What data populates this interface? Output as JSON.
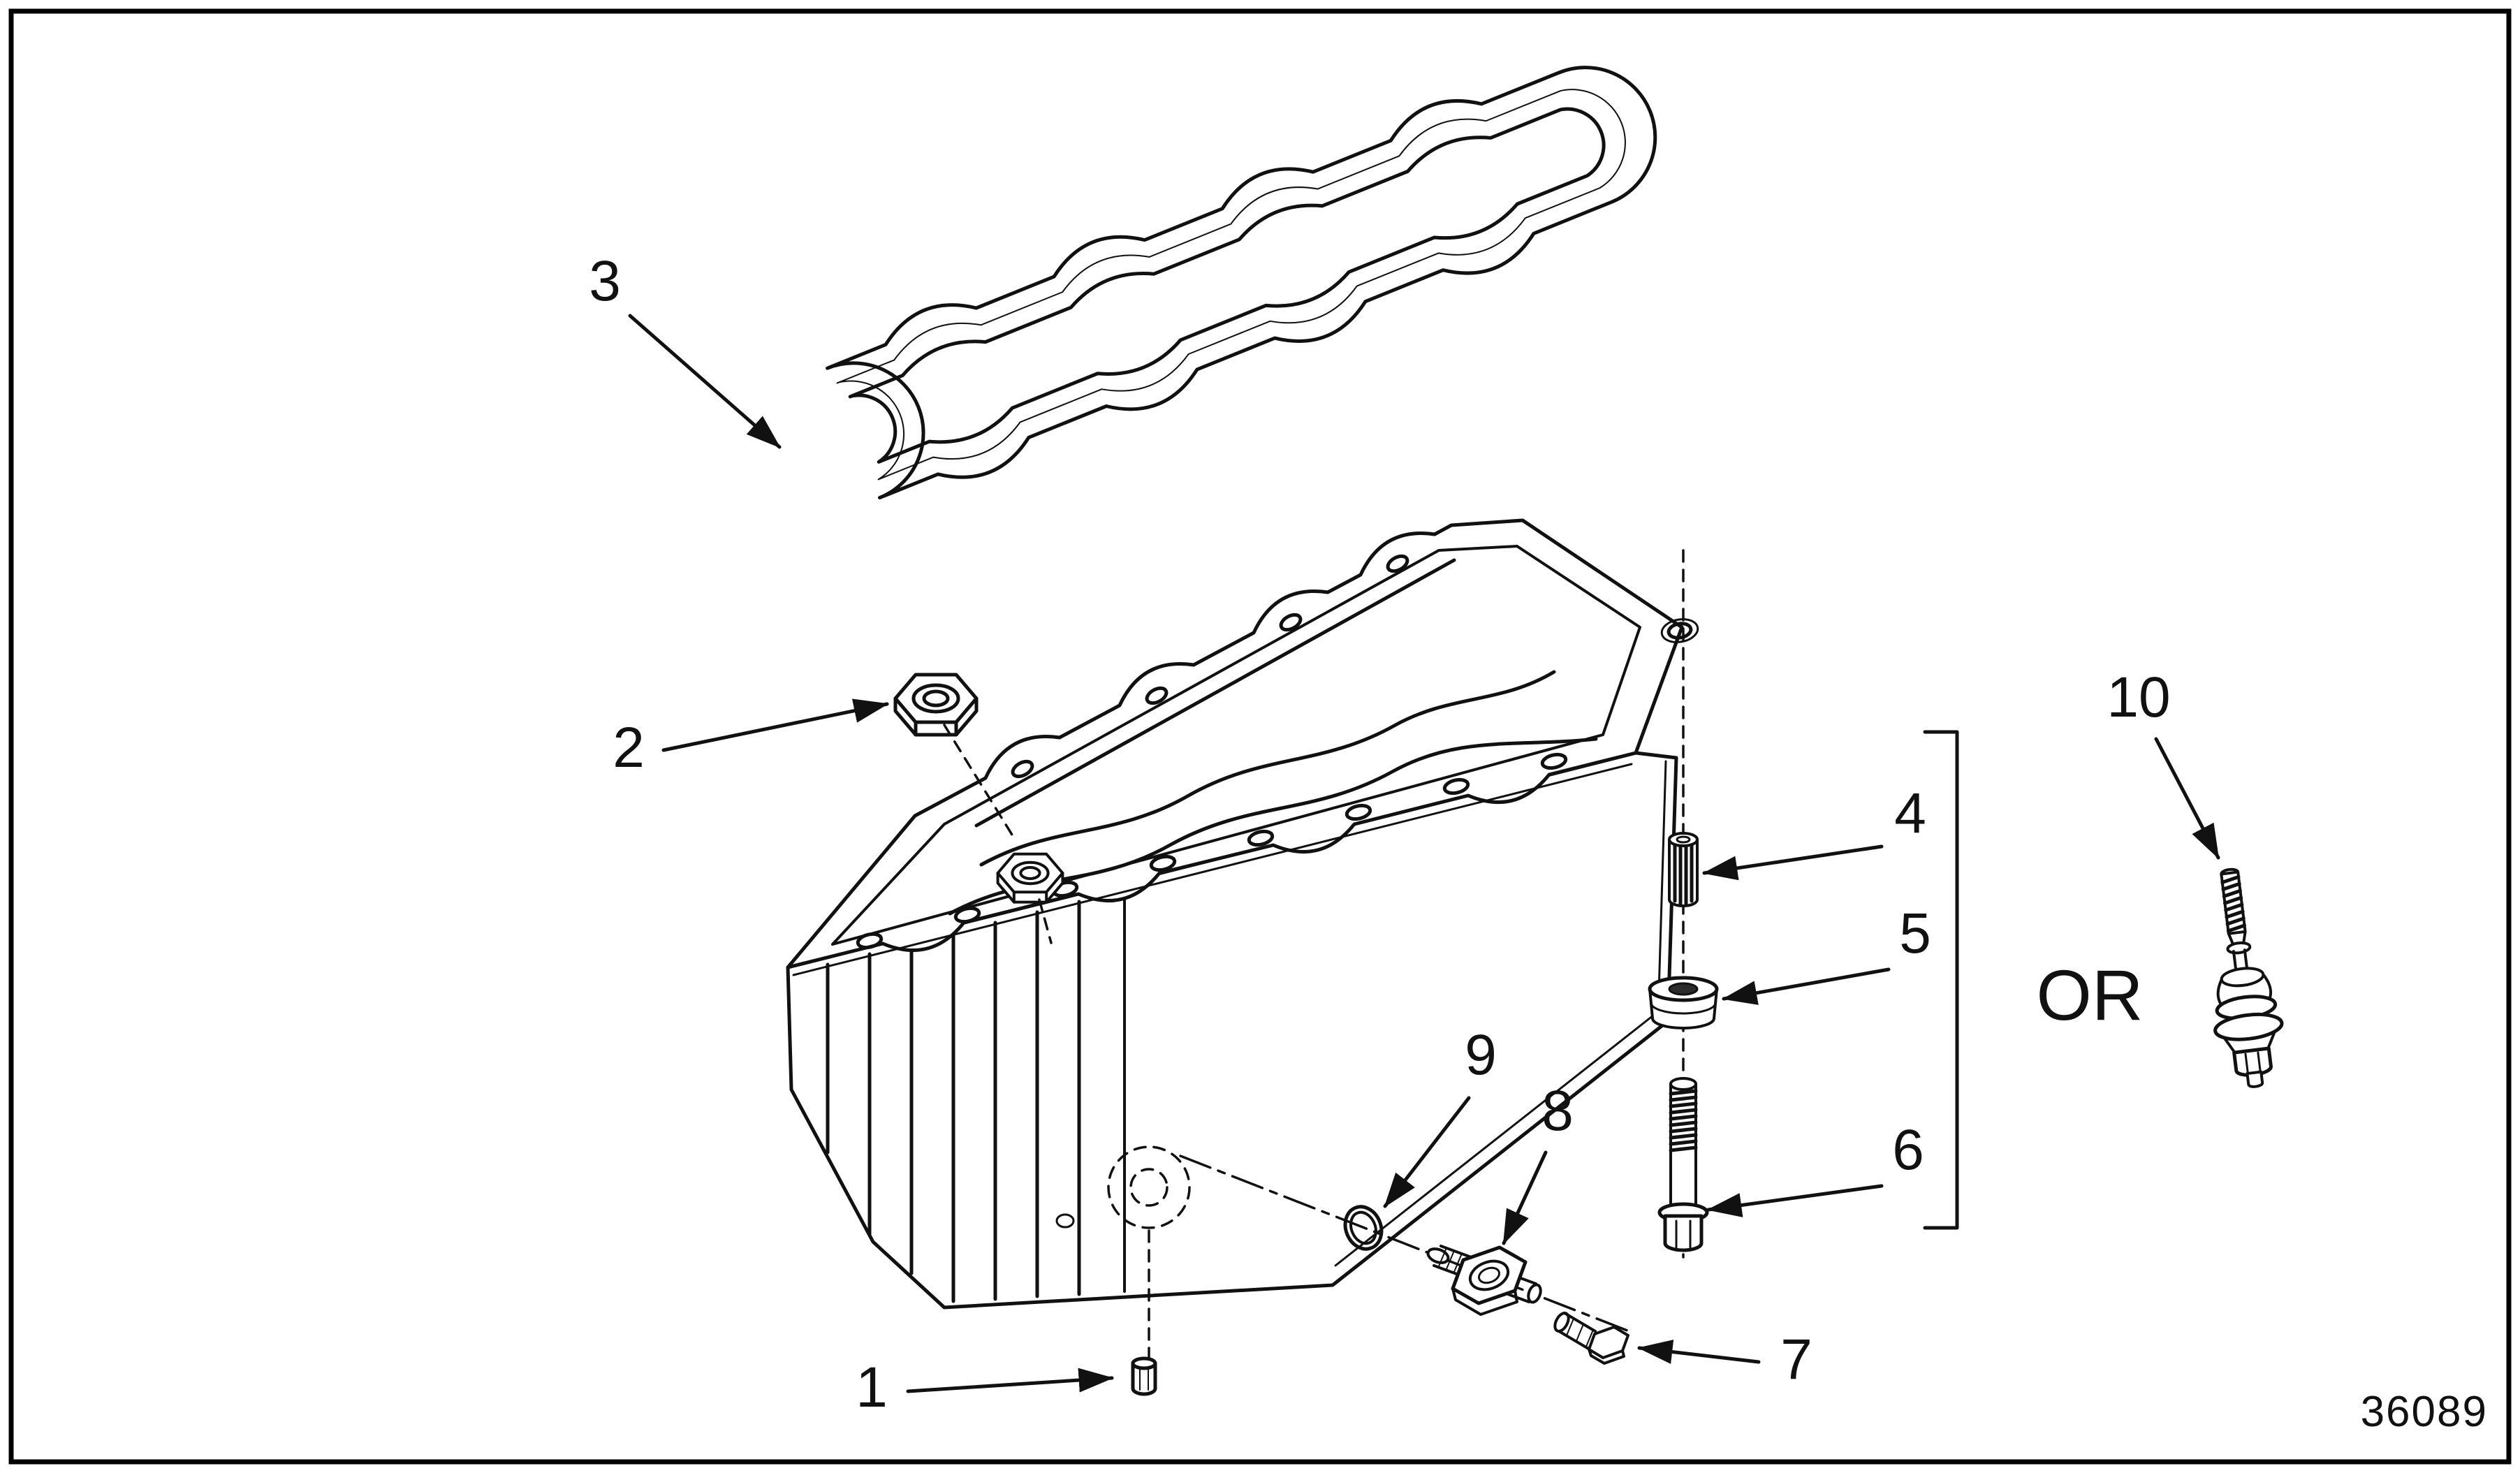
{
  "figure": {
    "number": "36089",
    "or_label": "OR",
    "callouts": {
      "c1": "1",
      "c2": "2",
      "c3": "3",
      "c4": "4",
      "c5": "5",
      "c6": "6",
      "c7": "7",
      "c8": "8",
      "c9": "9",
      "c10": "10"
    }
  }
}
